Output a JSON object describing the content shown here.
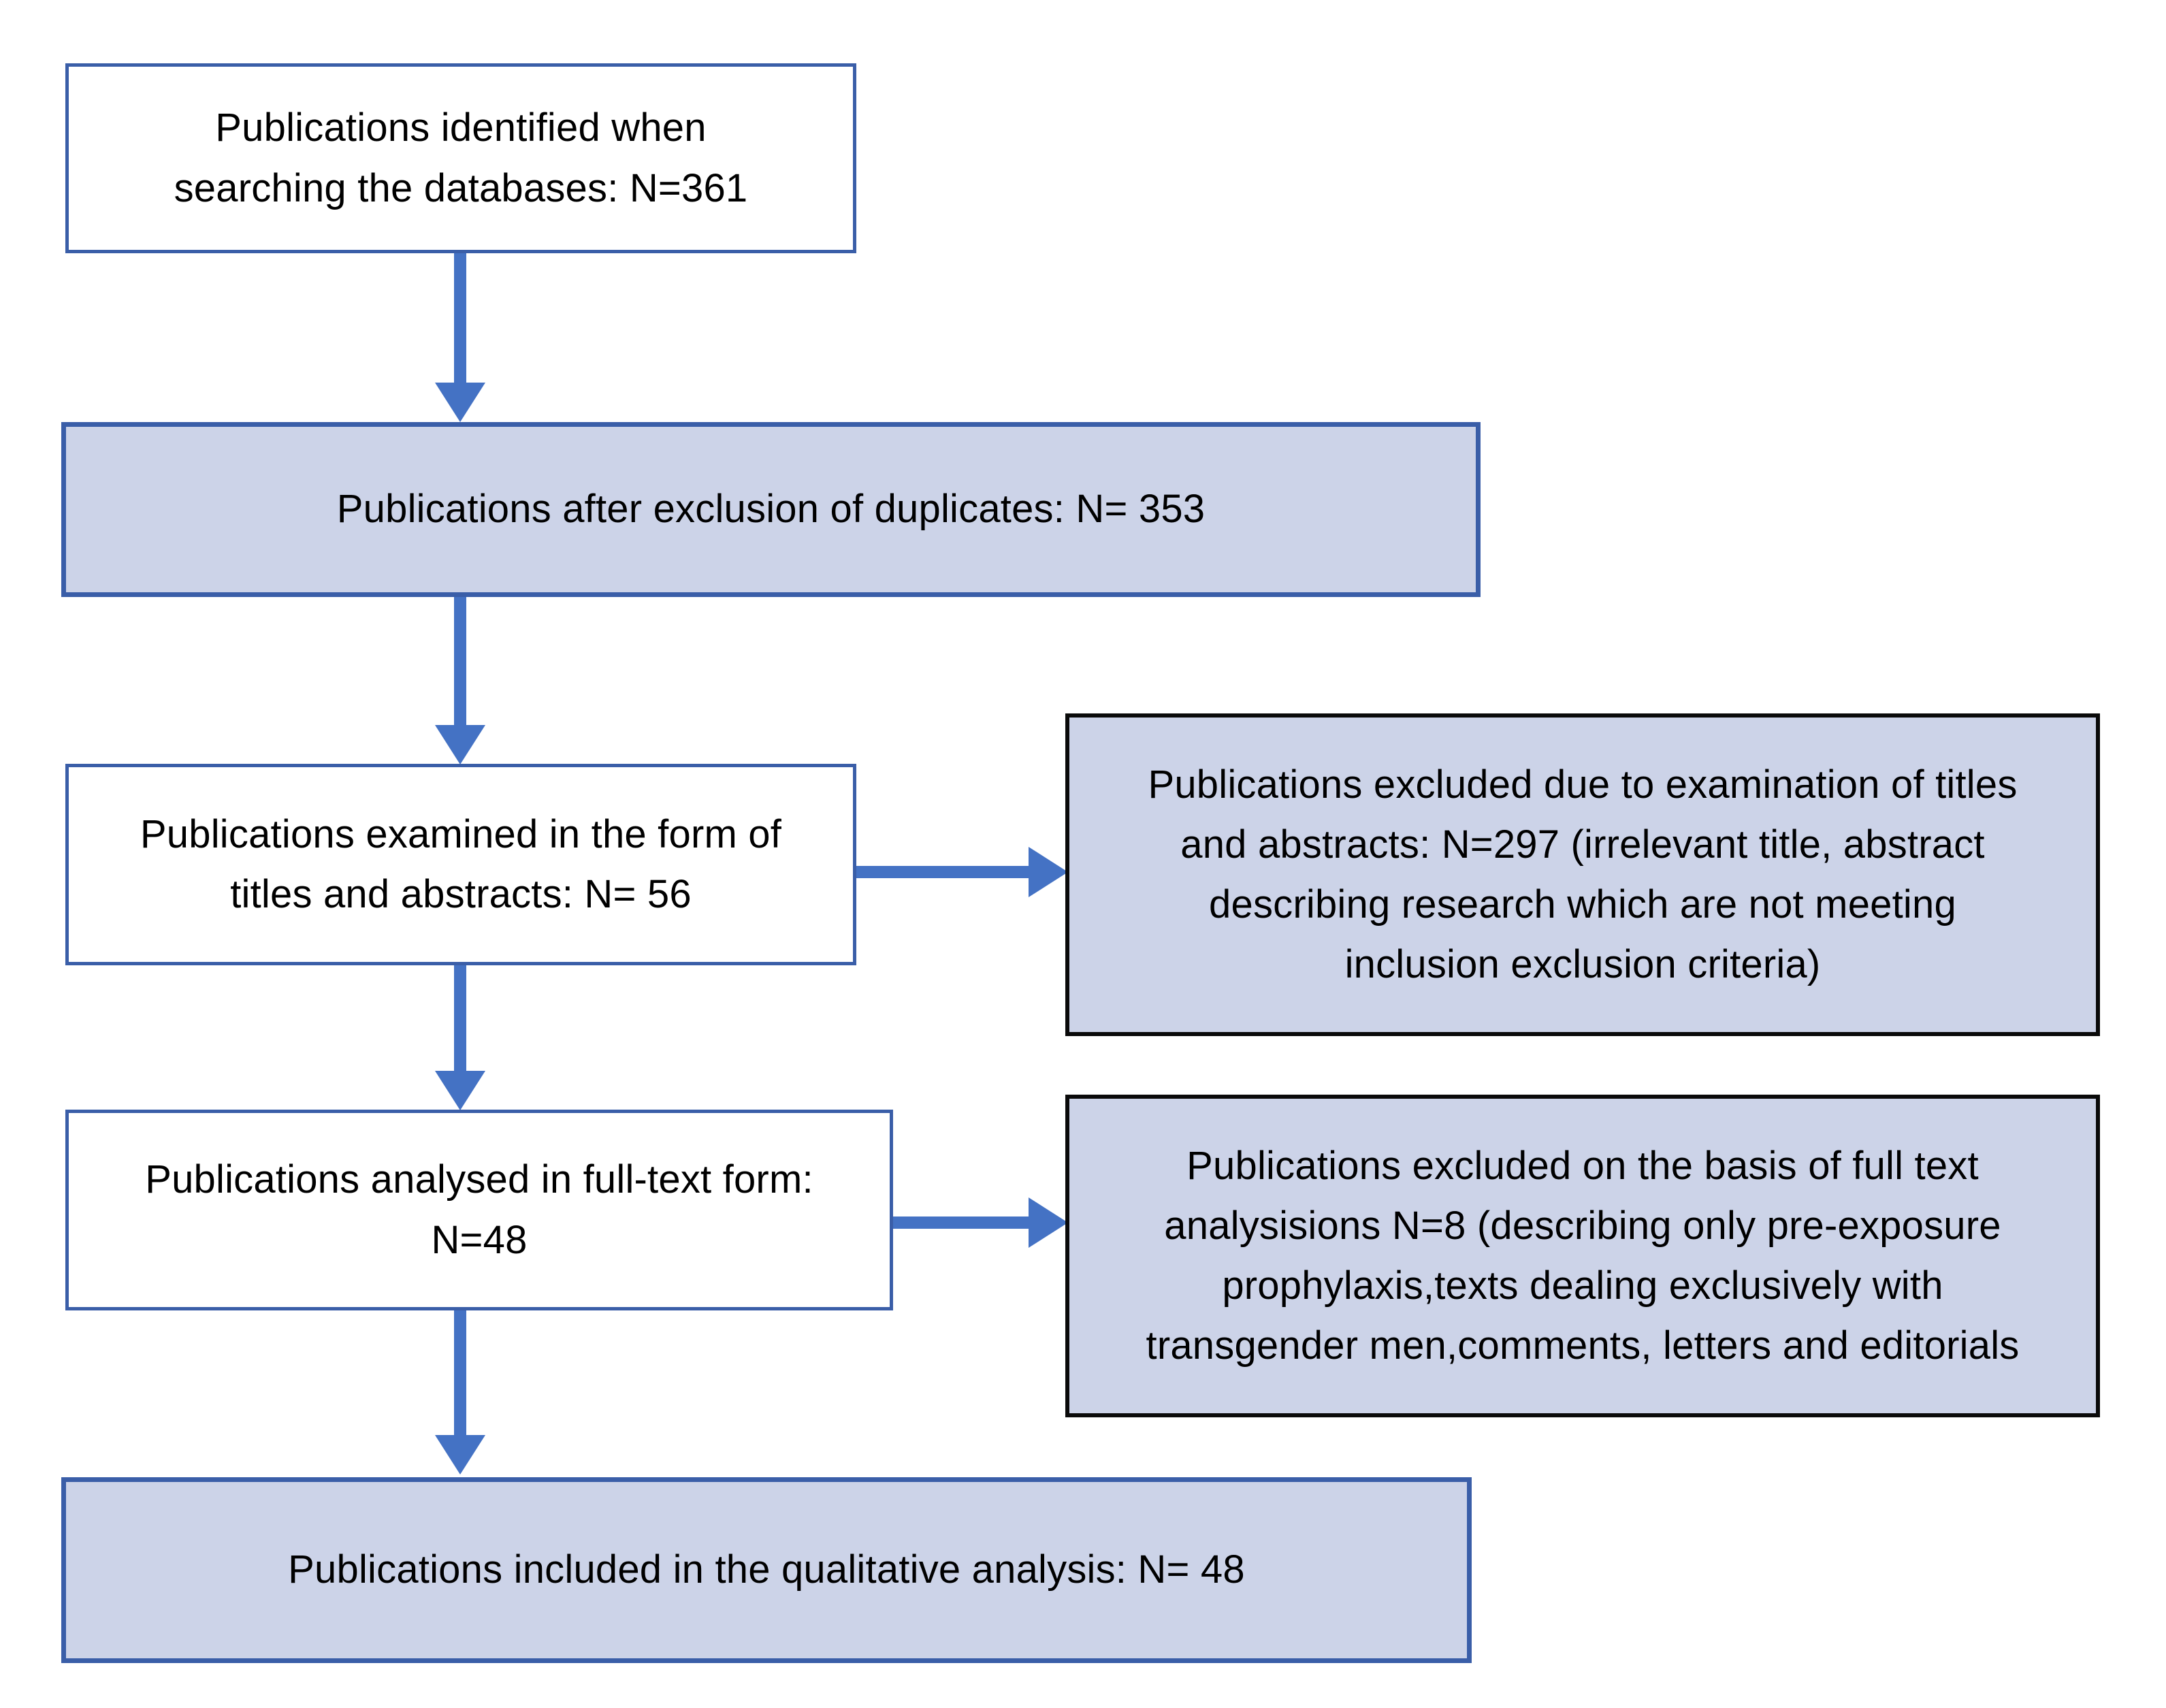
{
  "diagram": {
    "type": "prisma-flow-diagram",
    "accent_color": "#4472c4",
    "box_fill_color": "#ccd3e8",
    "box_border_blue": "#3a5ea8",
    "box_border_dark": "#0a0a0a",
    "nodes": {
      "identified": "Publications identified when\nsearching the databases: N=361",
      "after_duplicates": "Publications after exclusion of duplicates: N= 353",
      "screened_titles": "Publications examined in the form of\ntitles and abstracts: N= 56",
      "excluded_titles": "Publications excluded due to examination of titles\nand abstracts: N=297 (irrelevant title, abstract\ndescribing research which are not meeting\ninclusion exclusion criteria)",
      "fulltext": "Publications analysed in full-text form:\nN=48",
      "excluded_fulltext": "Publications excluded on the basis of full text\nanalysisions N=8 (describing only pre-exposure\nprophylaxis,texts dealing exclusively with\ntransgender men,comments, letters and editorials",
      "included": "Publications included in the qualitative analysis: N= 48"
    },
    "counts": {
      "identified": 361,
      "after_duplicates": 353,
      "screened_titles": 56,
      "excluded_titles": 297,
      "fulltext": 48,
      "excluded_fulltext": 8,
      "included": 48
    }
  }
}
